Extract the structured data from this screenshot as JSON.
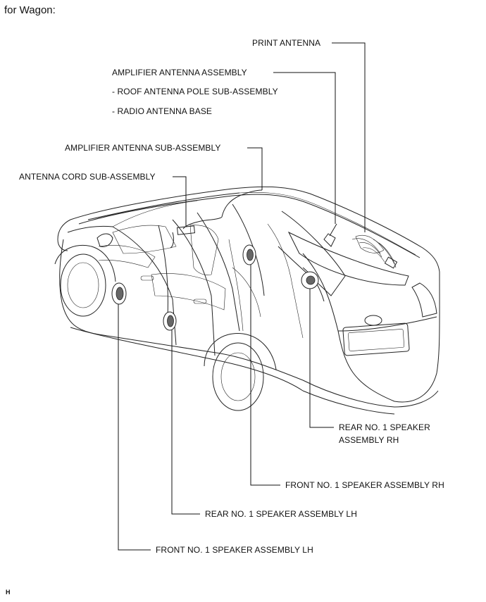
{
  "heading": "for Wagon:",
  "labels": {
    "print_antenna": "PRINT ANTENNA",
    "amp_antenna_assembly": "AMPLIFIER ANTENNA ASSEMBLY",
    "roof_antenna_pole": "- ROOF ANTENNA POLE SUB-ASSEMBLY",
    "radio_antenna_base": "- RADIO ANTENNA BASE",
    "amp_antenna_sub": "AMPLIFIER ANTENNA SUB-ASSEMBLY",
    "antenna_cord": "ANTENNA CORD SUB-ASSEMBLY",
    "rear_speaker_rh_line1": "REAR NO. 1 SPEAKER",
    "rear_speaker_rh_line2": "ASSEMBLY RH",
    "front_speaker_rh": "FRONT NO. 1 SPEAKER ASSEMBLY RH",
    "rear_speaker_lh": "REAR NO. 1 SPEAKER ASSEMBLY LH",
    "front_speaker_lh": "FRONT NO. 1 SPEAKER ASSEMBLY LH"
  },
  "footer_code": "H"
}
